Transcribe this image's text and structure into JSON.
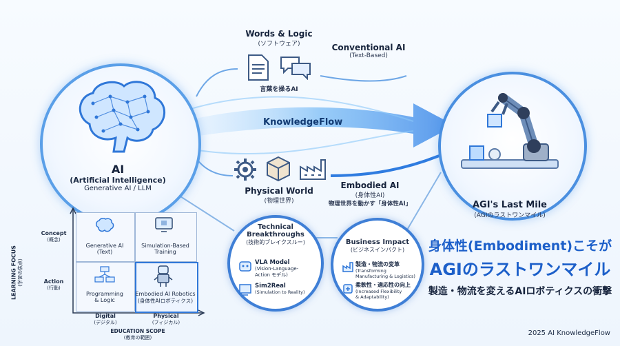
{
  "brain": {
    "title": "AI",
    "sub1": "(Artificial Intelligence)",
    "sub2": "Generative AI / LLM"
  },
  "flow_label": "KnowledgeFlow",
  "words": {
    "title": "Words & Logic",
    "sub": "(ソフトウェア)",
    "caption": "言葉を操るAI"
  },
  "conventional": {
    "title": "Conventional AI",
    "sub": "(Text-Based)"
  },
  "physical": {
    "title": "Physical World",
    "sub": "(物理世界)"
  },
  "embodied": {
    "title": "Embodied AI",
    "sub": "(身体性AI)",
    "caption": "物理世界を動かす「身体性AI」"
  },
  "agi": {
    "title": "AGI's Last Mile",
    "sub": "(AGIのラストワンマイル)"
  },
  "technical": {
    "title": "Technical",
    "title2": "Breakthroughs",
    "sub": "(技術的ブレイクスルー)",
    "item1_title": "VLA Model",
    "item1_sub1": "(Vision-Language-",
    "item1_sub2": "Action モデル)",
    "item2_title": "Sim2Real",
    "item2_sub": "(Simulation to Reality)"
  },
  "business": {
    "title": "Business Impact",
    "sub": "(ビジネスインパクト)",
    "item1_title": "製造・物流の変革",
    "item1_sub1": "(Transforming",
    "item1_sub2": "Manufacturing & Logistics)",
    "item2_title": "柔軟性・適応性の向上",
    "item2_sub1": "(Increased Flexibility",
    "item2_sub2": "& Adaptability)"
  },
  "headline": {
    "line1": "身体性(Embodiment)こそが",
    "line2": "AGIのラストワンマイル",
    "line3": "製造・物流を変えるAIロボティクスの衝撃"
  },
  "matrix": {
    "y_axis": "LEARNING FOCUS",
    "y_axis_sub": "(学習の焦点)",
    "y_concept": "Concept",
    "y_concept_sub": "(概念)",
    "y_action": "Action",
    "y_action_sub": "(行動)",
    "x_digital": "Digital",
    "x_digital_sub": "(デジタル)",
    "x_physical": "Physical",
    "x_physical_sub": "(フィジカル)",
    "x_axis": "EDUCATION SCOPE",
    "x_axis_sub": "(教育の範囲)",
    "cell_tl_1": "Generative AI",
    "cell_tl_2": "(Text)",
    "cell_tr_1": "Simulation-Based",
    "cell_tr_2": "Training",
    "cell_bl_1": "Programming",
    "cell_bl_2": "& Logic",
    "cell_br_1": "Embodied AI Robotics",
    "cell_br_2": "(身体性AIロボティクス)"
  },
  "footer": "2025 AI KnowledgeFlow",
  "colors": {
    "accent": "#1c5fc9",
    "ring": "#3f7fd6",
    "flow": "#5aa7f0"
  }
}
